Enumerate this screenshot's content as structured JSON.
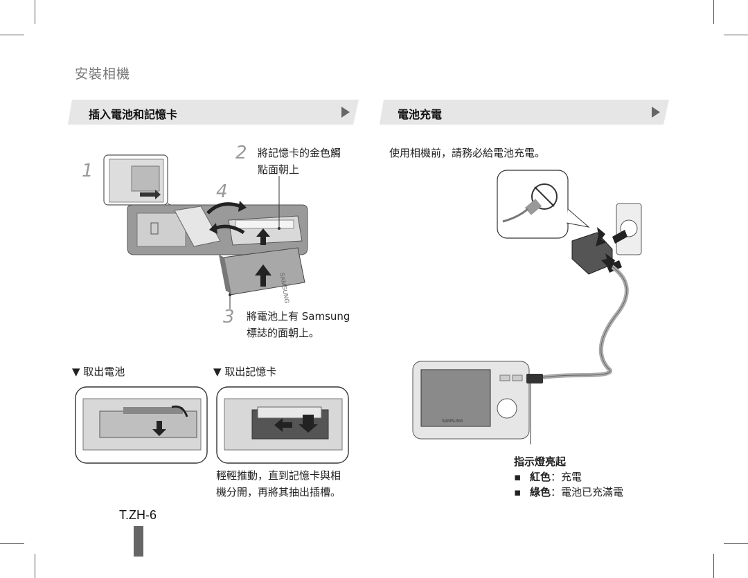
{
  "page": {
    "title": "安裝相機",
    "page_code": "T.ZH-6"
  },
  "left_section": {
    "heading": "插入電池和記憶卡",
    "step1_number": "1",
    "step2_number": "2",
    "step2_text_line1": "將記憶卡的金色觸",
    "step2_text_line2": "點面朝上",
    "step3_number": "3",
    "step3_text_line1": "將電池上有 Samsung",
    "step3_text_line2": "標誌的面朝上。",
    "step4_number": "4",
    "remove_battery_label": "▼ 取出電池",
    "remove_card_label": "▼ 取出記憶卡",
    "remove_card_note_line1": "輕輕推動，直到記憶卡與相",
    "remove_card_note_line2": "機分開，再將其抽出插槽。",
    "battery_brand": "SAMSUNG"
  },
  "right_section": {
    "heading": "電池充電",
    "intro": "使用相機前，請務必給電池充電。",
    "indicator_title": "指示燈亮起",
    "indicator_items": [
      {
        "bullet": "▪",
        "color_label": "紅色",
        "separator": "：",
        "meaning": "充電"
      },
      {
        "bullet": "▪",
        "color_label": "綠色",
        "separator": "：",
        "meaning": "電池已充滿電"
      }
    ],
    "camera_brand": "SAMSUNG"
  },
  "colors": {
    "banner_fill": "#e6e6e6",
    "banner_arrow": "#666666",
    "step_number": "#999999",
    "crop_mark": "#555555"
  }
}
